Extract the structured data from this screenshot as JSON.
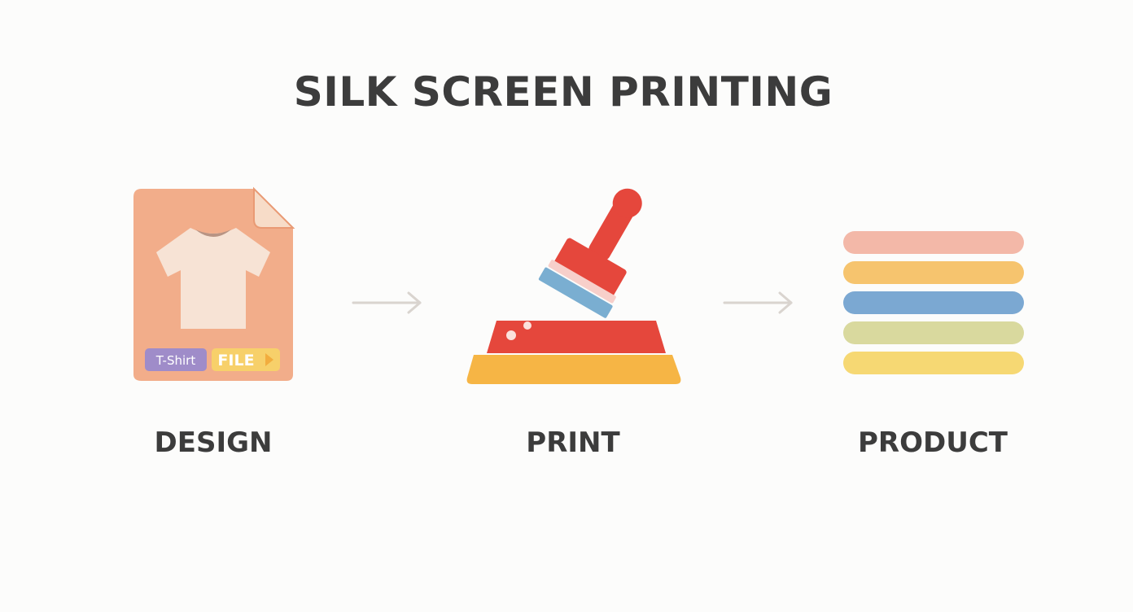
{
  "title": "SILK SCREEN PRINTING",
  "steps": [
    {
      "label": "DESIGN",
      "icon": "design-file-icon",
      "tags": {
        "tshirt": "T-Shirt",
        "file": "FILE"
      }
    },
    {
      "label": "PRINT",
      "icon": "squeegee-print-icon"
    },
    {
      "label": "PRODUCT",
      "icon": "stacked-layers-icon"
    }
  ],
  "colors": {
    "file_bg": "#f2ad8a",
    "shirt": "#f7e3d5",
    "tag_tshirt": "#9f8cc9",
    "tag_file": "#f7d06a",
    "print_red": "#e5473c",
    "print_blue": "#7aaed1",
    "print_yellow": "#f6b545",
    "layers": [
      "#f3b8a8",
      "#f6c46e",
      "#7ba8d2",
      "#d9d99e",
      "#f6d873"
    ],
    "arrow": "#d9d4cf",
    "text": "#3c3c3c"
  }
}
